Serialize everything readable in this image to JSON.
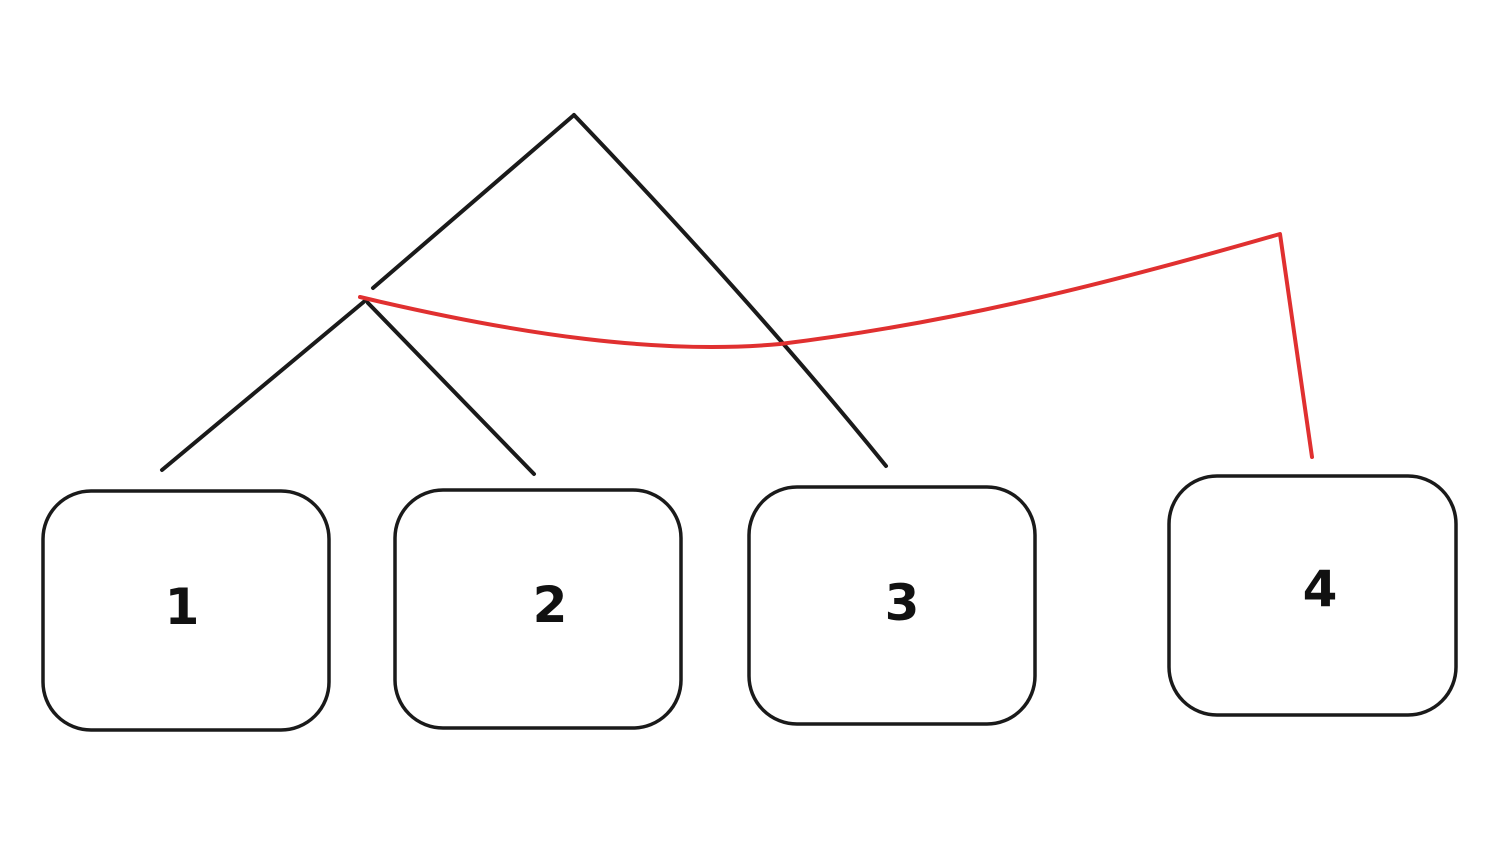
{
  "colors": {
    "background": "#ffffff",
    "tree_line": "#1a1a1a",
    "link_line": "#e03030",
    "box_stroke": "#1a1a1a"
  },
  "nodes": [
    {
      "id": "1",
      "label": "1"
    },
    {
      "id": "2",
      "label": "2"
    },
    {
      "id": "3",
      "label": "3"
    },
    {
      "id": "4",
      "label": "4"
    }
  ]
}
